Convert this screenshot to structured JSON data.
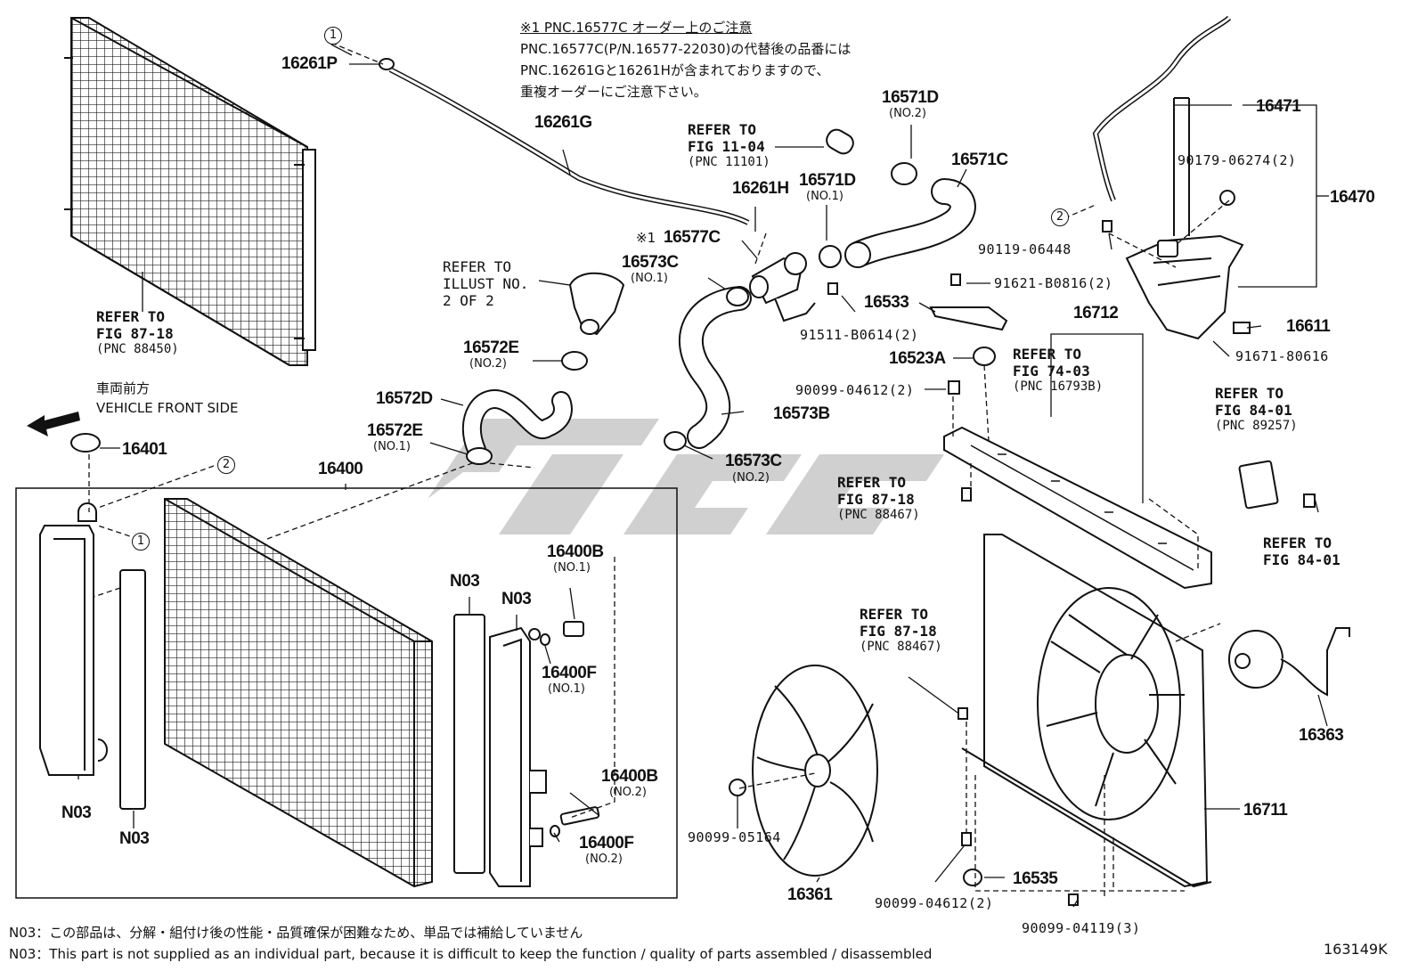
{
  "notice": {
    "heading": "※1 PNC.16577C オーダー上のご注意",
    "line1": "PNC.16577C(P/N.16577-22030)の代替後の品番には",
    "line2": "PNC.16261Gと16261Hが含まれておりますので、",
    "line3": "重複オーダーにご注意下さい。"
  },
  "direction": {
    "jp": "車両前方",
    "en": "VEHICLE FRONT SIDE"
  },
  "callouts": {
    "c1": "1",
    "c2": "2"
  },
  "parts": {
    "p16261P": "16261P",
    "p16261G": "16261G",
    "p16261H": "16261H",
    "p16577C": "16577C",
    "p16577C_mark": "※1",
    "p16573C": "16573C",
    "p16573C_no1": "(NO.1)",
    "p16573C_2": "16573C",
    "p16573C_no2": "(NO.2)",
    "p16573B": "16573B",
    "p16572E": "16572E",
    "p16572E_no2": "(NO.2)",
    "p16572E_2": "16572E",
    "p16572E_no1": "(NO.1)",
    "p16572D": "16572D",
    "p16571D": "16571D",
    "p16571D_no2": "(NO.2)",
    "p16571D_2": "16571D",
    "p16571D_no1": "(NO.1)",
    "p16571C": "16571C",
    "p16401": "16401",
    "p16400": "16400",
    "p16400B": "16400B",
    "p16400B_no1": "(NO.1)",
    "p16400F": "16400F",
    "p16400F_no1": "(NO.1)",
    "p16400B_2": "16400B",
    "p16400B_no2": "(NO.2)",
    "p16400F_2": "16400F",
    "p16400F_no2": "(NO.2)",
    "n03a": "N03",
    "n03b": "N03",
    "n03c": "N03",
    "n03d": "N03",
    "p91511": "91511-B0614(2)",
    "p16533": "16533",
    "p91621": "91621-B0816(2)",
    "p16712": "16712",
    "p16523A": "16523A",
    "p90099_04612a": "90099-04612(2)",
    "p16471": "16471",
    "p90179": "90179-06274(2)",
    "p16470": "16470",
    "p90119": "90119-06448",
    "p16611": "16611",
    "p91671": "91671-80616",
    "p16363": "16363",
    "p16711": "16711",
    "p16535": "16535",
    "p90099_04612b": "90099-04612(2)",
    "p90099_04119": "90099-04119(3)",
    "p16361": "16361",
    "p90099_05164": "90099-05164"
  },
  "refs": {
    "r87_18a": {
      "l1": "REFER TO",
      "l2": "FIG 87-18",
      "l3": "(PNC 88450)"
    },
    "r11_04": {
      "l1": "REFER TO",
      "l2": "FIG 11-04",
      "l3": "(PNC 11101)"
    },
    "rillust": {
      "l1": "REFER TO",
      "l2": "ILLUST NO.",
      "l3": "2 OF 2"
    },
    "r74_03": {
      "l1": "REFER TO",
      "l2": "FIG 74-03",
      "l3": "(PNC 16793B)"
    },
    "r84_01a": {
      "l1": "REFER TO",
      "l2": "FIG 84-01",
      "l3": "(PNC 89257)"
    },
    "r84_01b": {
      "l1": "REFER TO",
      "l2": "FIG 84-01"
    },
    "r87_18b": {
      "l1": "REFER TO",
      "l2": "FIG 87-18",
      "l3": "(PNC 88467)"
    },
    "r87_18c": {
      "l1": "REFER TO",
      "l2": "FIG 87-18",
      "l3": "(PNC 88467)"
    }
  },
  "footer": {
    "note_jp": "N03：この部品は、分解・組付け後の性能・品質確保が困難なため、単品では補給していません",
    "note_en": "N03：This part is not supplied as an individual part, because it is difficult to keep the function / quality of parts assembled / disassembled",
    "fig_code": "163149K"
  },
  "colors": {
    "ink": "#111111",
    "watermark": "#c8c8c8"
  }
}
